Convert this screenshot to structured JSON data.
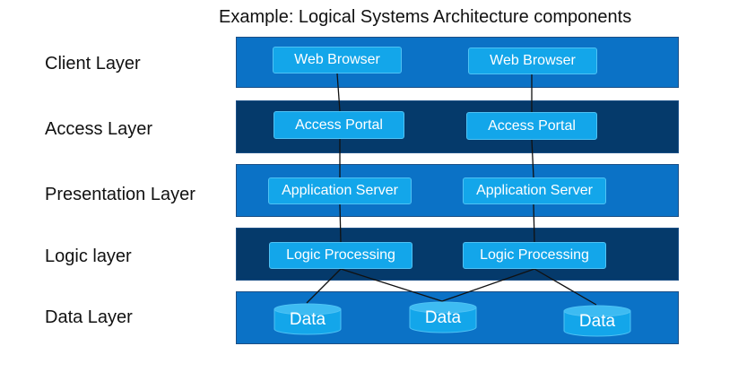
{
  "title": "Example: Logical Systems Architecture components",
  "layers": [
    {
      "label": "Client Layer",
      "shade": "light"
    },
    {
      "label": "Access Layer",
      "shade": "dark"
    },
    {
      "label": "Presentation Layer",
      "shade": "light"
    },
    {
      "label": "Logic layer",
      "shade": "dark"
    },
    {
      "label": "Data Layer",
      "shade": "light"
    }
  ],
  "components": {
    "client": [
      "Web Browser",
      "Web Browser"
    ],
    "access": [
      "Access Portal",
      "Access Portal"
    ],
    "presentation": [
      "Application Server",
      "Application Server"
    ],
    "logic": [
      "Logic Processing",
      "Logic Processing"
    ],
    "data": [
      "Data",
      "Data",
      "Data"
    ]
  },
  "colors": {
    "band_light": "#0b72c6",
    "band_dark": "#053a6b",
    "component": "#13a6ea",
    "connector": "#111111"
  }
}
